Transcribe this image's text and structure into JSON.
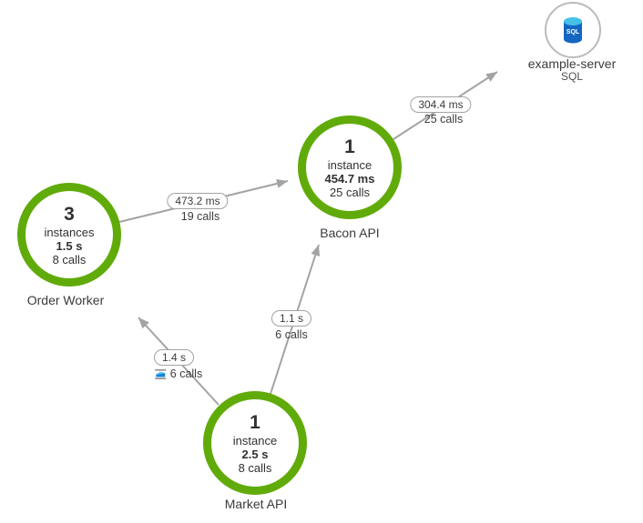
{
  "colors": {
    "node_ring_green": "#60AB09",
    "edge_gray": "#A3A3A3",
    "text_dark": "#323130",
    "server_ring_gray": "#BBBBBB",
    "sql_body_blue": "#1366C1",
    "sql_top_cyan": "#45C1E8"
  },
  "nodes": {
    "order_worker": {
      "count": "3",
      "count_label": "instances",
      "duration": "1.5 s",
      "calls": "8 calls",
      "name": "Order Worker"
    },
    "bacon_api": {
      "count": "1",
      "count_label": "instance",
      "duration": "454.7 ms",
      "calls": "25 calls",
      "name": "Bacon API"
    },
    "market_api": {
      "count": "1",
      "count_label": "instance",
      "duration": "2.5 s",
      "calls": "8 calls",
      "name": "Market API"
    },
    "example_server": {
      "name": "example-server",
      "type": "SQL",
      "icon_label": "SQL"
    }
  },
  "edges": {
    "order_to_bacon": {
      "duration": "473.2 ms",
      "calls": "19 calls"
    },
    "bacon_to_server": {
      "duration": "304.4 ms",
      "calls": "25 calls"
    },
    "market_to_bacon": {
      "duration": "1.1 s",
      "calls": "6 calls"
    },
    "market_to_upleft": {
      "duration": "1.4 s",
      "calls": "6 calls"
    }
  }
}
